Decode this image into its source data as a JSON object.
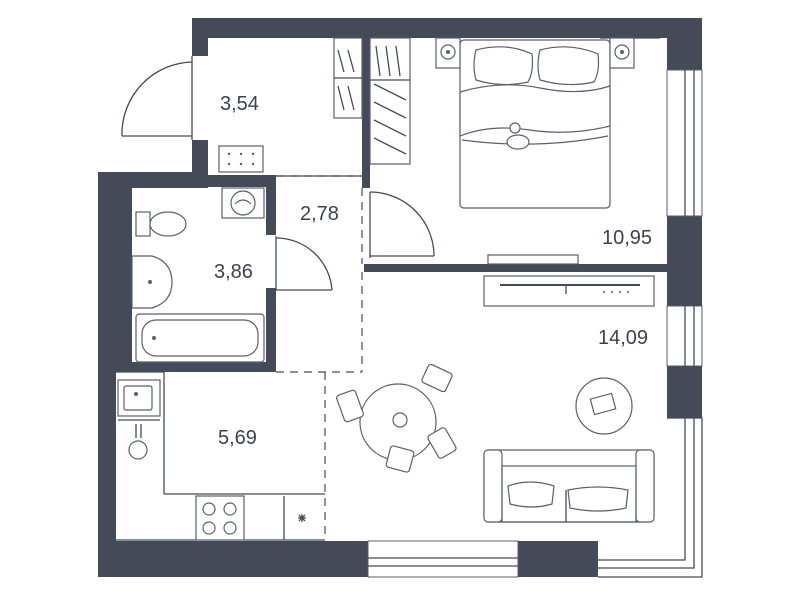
{
  "rooms": [
    {
      "id": "hall",
      "area": "3,54"
    },
    {
      "id": "corridor",
      "area": "2,78"
    },
    {
      "id": "bathroom",
      "area": "3,86"
    },
    {
      "id": "bedroom",
      "area": "10,95"
    },
    {
      "id": "living",
      "area": "14,09"
    },
    {
      "id": "kitchen",
      "area": "5,69"
    }
  ],
  "colors": {
    "wall": "#454a59",
    "furniture_stroke": "#5a5f6c",
    "label": "#3b4150",
    "background": "#ffffff"
  }
}
